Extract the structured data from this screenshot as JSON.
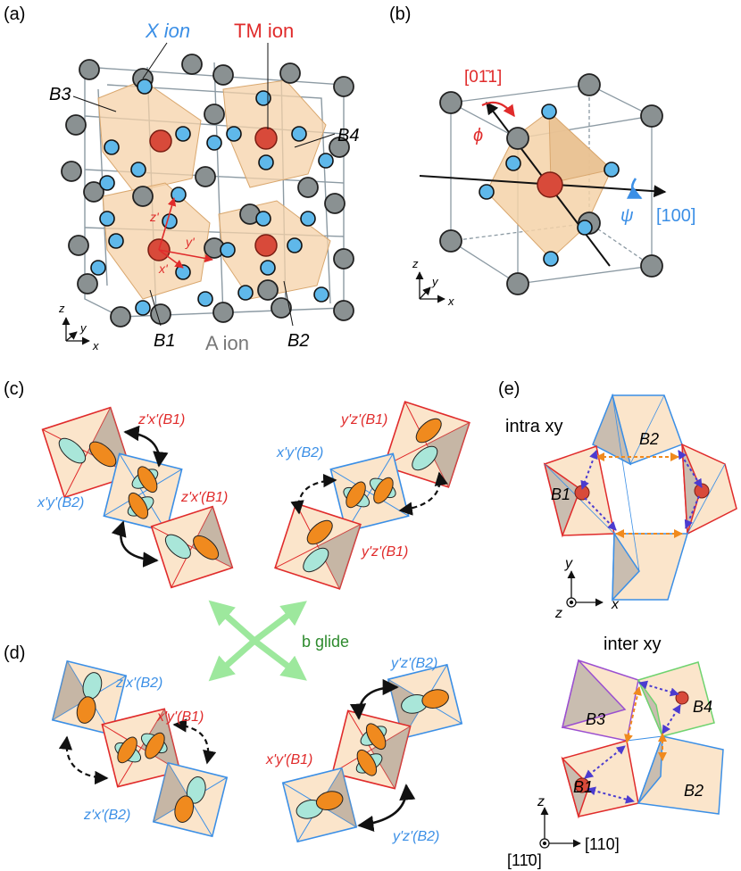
{
  "panels": {
    "a": {
      "label": "(a)",
      "x_ion": "X ion",
      "tm_ion": "TM ion",
      "a_ion": "A ion",
      "b1": "B1",
      "b2": "B2",
      "b3": "B3",
      "b4": "B4",
      "axis_x": "x",
      "axis_y": "y",
      "axis_z": "z",
      "local_x": "x'",
      "local_y": "y'",
      "local_z": "z'"
    },
    "b": {
      "label": "(b)",
      "dir_011": "[01̄1]",
      "phi": "ϕ",
      "psi": "ψ",
      "dir_100": "[100]",
      "axis_x": "x",
      "axis_y": "y",
      "axis_z": "z"
    },
    "c": {
      "label": "(c)",
      "o1": "z'x'(B1)",
      "o2": "x'y'(B2)",
      "o3": "z'x'(B1)",
      "o4": "y'z'(B1)",
      "o5": "x'y'(B2)",
      "o6": "y'z'(B1)"
    },
    "d": {
      "label": "(d)",
      "o1": "z'x'(B2)",
      "o2": "x'y'(B1)",
      "o3": "z'x'(B2)",
      "o4": "y'z'(B2)",
      "o5": "x'y'(B1)",
      "o6": "y'z'(B2)"
    },
    "glide": "b glide",
    "e": {
      "label": "(e)",
      "intra": "intra xy",
      "inter": "inter xy",
      "b1": "B1",
      "b2": "B2",
      "b3": "B3",
      "b4": "B4",
      "axis_x": "x",
      "axis_y": "y",
      "axis_z": "z",
      "dir_110": "[110]",
      "dir_1m10": "[11̄0]",
      "axis_z2": "z"
    }
  },
  "colors": {
    "red": "#e02b2b",
    "blue": "#3b8fe6",
    "grey_ion": "#8a9192",
    "x_ion": "#5fb8ea",
    "tm_ion": "#d84a3a",
    "octa": "#f5d2a8",
    "green": "#6fd36f",
    "purple": "#9b4fd0",
    "orange": "#f08a1e",
    "cyan": "#a9e6d9"
  }
}
